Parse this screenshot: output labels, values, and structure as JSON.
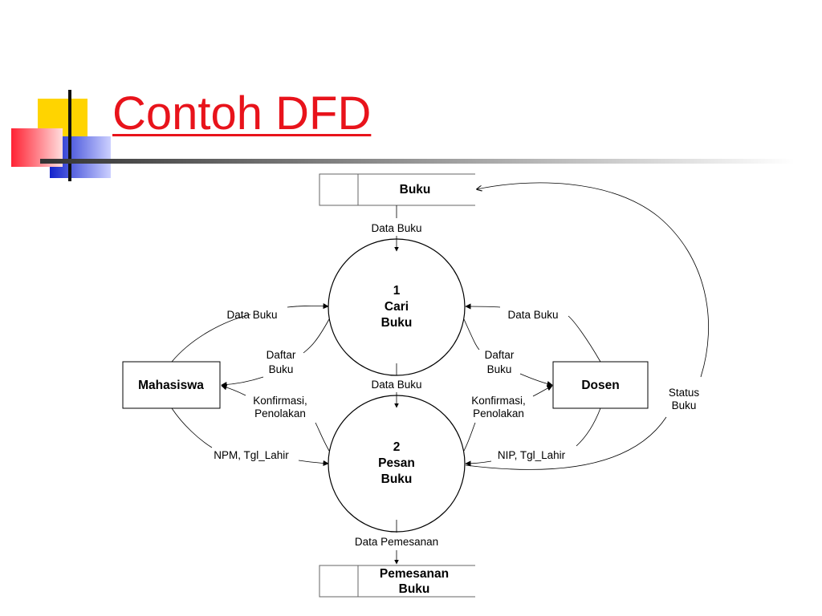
{
  "slide": {
    "title": "Contoh DFD"
  },
  "diagram": {
    "stores": {
      "buku": "Buku",
      "pemesanan_line1": "Pemesanan",
      "pemesanan_line2": "Buku"
    },
    "processes": {
      "p1": {
        "num": "1",
        "line1": "Cari",
        "line2": "Buku"
      },
      "p2": {
        "num": "2",
        "line1": "Pesan",
        "line2": "Buku"
      }
    },
    "entities": {
      "mahasiswa": "Mahasiswa",
      "dosen": "Dosen"
    },
    "flows": {
      "buku_to_p1": "Data Buku",
      "mhs_to_p1": "Data Buku",
      "dosen_to_p1": "Data Buku",
      "p1_to_mhs_1": "Daftar",
      "p1_to_mhs_2": "Buku",
      "p1_to_dosen_1": "Daftar",
      "p1_to_dosen_2": "Buku",
      "p1_to_p2": "Data Buku",
      "p2_to_mhs_1": "Konfirmasi,",
      "p2_to_mhs_2": "Penolakan",
      "p2_to_dosen_1": "Konfirmasi,",
      "p2_to_dosen_2": "Penolakan",
      "mhs_to_p2": "NPM, Tgl_Lahir",
      "dosen_to_p2": "NIP, Tgl_Lahir",
      "status_1": "Status",
      "status_2": "Buku",
      "p2_to_pemesanan": "Data Pemesanan"
    }
  },
  "colors": {
    "title": "#e8131b",
    "deco_yellow": "#ffd400",
    "deco_blue": "#2233dd",
    "deco_red": "#ff3344"
  }
}
